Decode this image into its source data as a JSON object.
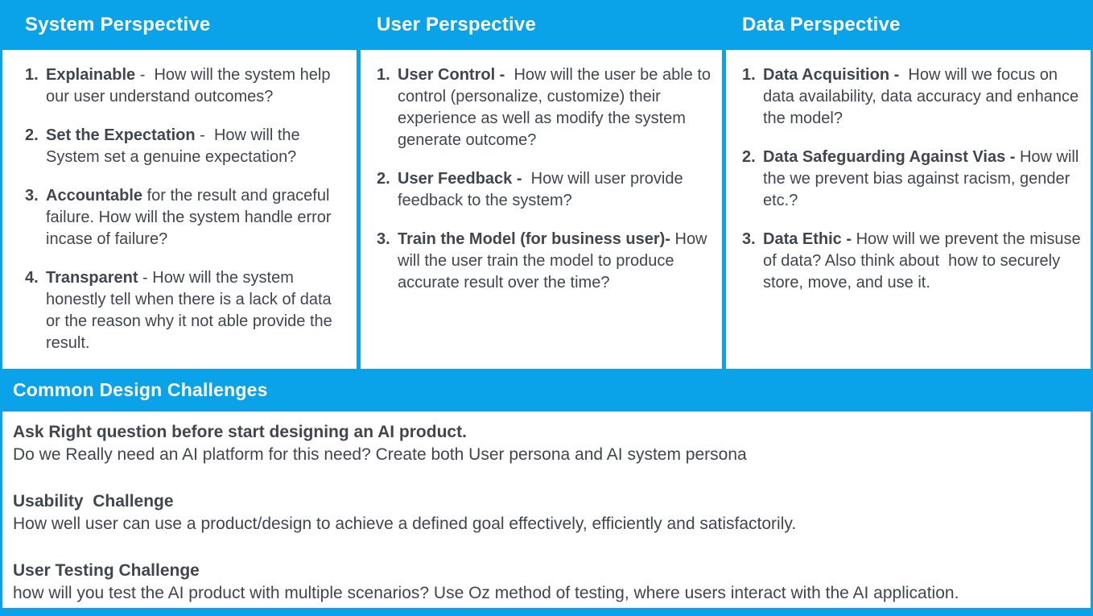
{
  "accent_color": "#0aa2e8",
  "text_color": "#40454e",
  "columns": [
    {
      "header": "System Perspective",
      "items": [
        {
          "num": "1.",
          "bold": "Explainable",
          "text": " -  How will the system help our user understand outcomes?"
        },
        {
          "num": "2.",
          "bold": "Set the Expectation",
          "text": " -  How will the System set a genuine expectation?"
        },
        {
          "num": "3.",
          "bold": "Accountable",
          "text": " for the result and graceful failure. How will the system handle error incase of failure?"
        },
        {
          "num": "4.",
          "bold": "Transparent",
          "text": " - How will the system honestly tell when there is a lack of data or the reason why it not able provide the result."
        }
      ]
    },
    {
      "header": "User Perspective",
      "items": [
        {
          "num": "1.",
          "bold": "User Control -",
          "text": "  How will the user be able to control (personalize, customize) their experience as well as modify the system generate outcome?"
        },
        {
          "num": "2.",
          "bold": "User Feedback -",
          "text": "  How will user provide feedback to the system?"
        },
        {
          "num": "3.",
          "bold": "Train the Model (for business user)-",
          "text": " How will the user train the model to produce accurate result over the time?"
        }
      ]
    },
    {
      "header": "Data Perspective",
      "items": [
        {
          "num": "1.",
          "bold": "Data Acquisition -",
          "text": "  How will we focus on data availability, data accuracy and enhance the model?"
        },
        {
          "num": "2.",
          "bold": "Data Safeguarding Against Vias -",
          "text": " How will the we prevent bias against racism, gender etc.?"
        },
        {
          "num": "3.",
          "bold": "Data Ethic -",
          "text": " How will we prevent the misuse of data? Also think about  how to securely store, move, and use it."
        }
      ]
    }
  ],
  "bottom_section": {
    "header": "Common Design Challenges",
    "groups": [
      {
        "title": "Ask Right question before start designing an AI product.",
        "body": "Do we Really need an AI platform for this need? Create both User persona and AI system persona"
      },
      {
        "title": "Usability  Challenge",
        "body": "How well user can use a product/design to achieve a defined goal effectively, efficiently and satisfactorily."
      },
      {
        "title": "User Testing Challenge",
        "body": "how will you test the AI product with multiple scenarios? Use Oz method of testing, where users interact with the AI application."
      }
    ]
  }
}
